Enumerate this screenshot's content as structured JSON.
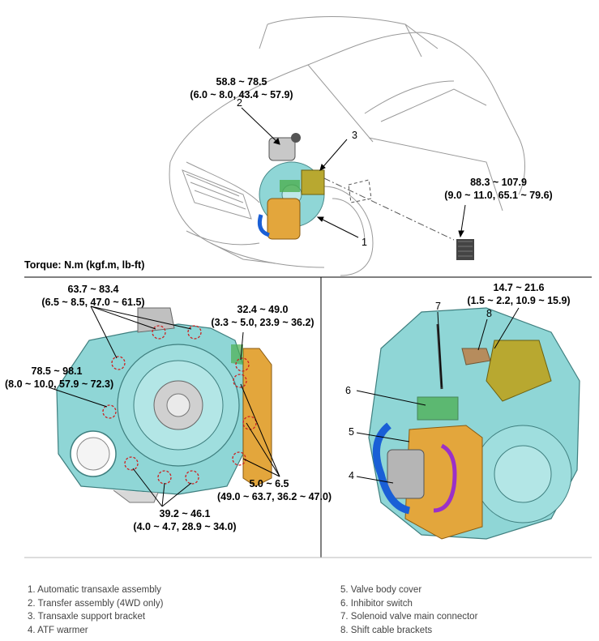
{
  "torque_title": "Torque: N.m (kgf.m, lb-ft)",
  "top": {
    "transfer_torque": {
      "line1": "58.8 ~ 78.5",
      "line2": "(6.0 ~ 8.0, 43.4 ~ 57.9)"
    },
    "mount_torque": {
      "line1": "88.3 ~ 107.9",
      "line2": "(9.0 ~ 11.0, 65.1 ~ 79.6)"
    },
    "callouts": [
      "1",
      "2",
      "3"
    ]
  },
  "left_panel": {
    "t1": {
      "line1": "63.7 ~ 83.4",
      "line2": "(6.5 ~ 8.5, 47.0 ~ 61.5)"
    },
    "t2": {
      "line1": "32.4 ~ 49.0",
      "line2": "(3.3 ~ 5.0, 23.9 ~ 36.2)"
    },
    "t3": {
      "line1": "78.5 ~ 98.1",
      "line2": "(8.0 ~ 10.0, 57.9 ~ 72.3)"
    },
    "t4": {
      "line1": "5.0 ~ 6.5",
      "line2": "(49.0 ~ 63.7, 36.2 ~ 47.0)"
    },
    "t5": {
      "line1": "39.2 ~ 46.1",
      "line2": "(4.0 ~ 4.7, 28.9 ~ 34.0)"
    }
  },
  "right_panel": {
    "t1": {
      "line1": "14.7 ~ 21.6",
      "line2": "(1.5 ~ 2.2, 10.9 ~ 15.9)"
    },
    "callouts": [
      "7",
      "8",
      "6",
      "5",
      "4"
    ]
  },
  "legend": {
    "left": [
      "1. Automatic transaxle assembly",
      "2. Transfer assembly (4WD only)",
      "3. Transaxle support bracket",
      "4. ATF warmer"
    ],
    "right": [
      "5. Valve body cover",
      "6. Inhibitor switch",
      "7. Solenoid valve main connector",
      "8. Shift cable brackets"
    ]
  },
  "colors": {
    "transaxle": "#8fd6d6",
    "valve_body": "#e3a63c",
    "bracket": "#b8a830",
    "warmer_hose": "#1a5fd6",
    "bolt_circle": "#cc2222",
    "line_art": "#888888"
  }
}
